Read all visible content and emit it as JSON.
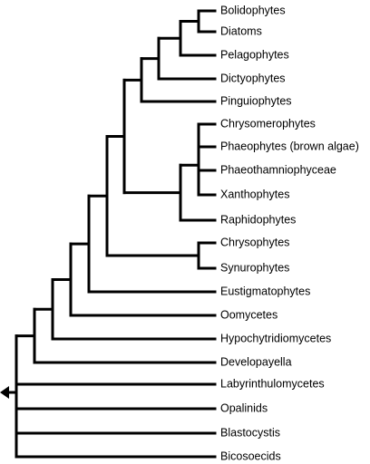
{
  "taxa": [
    "Bolidophytes",
    "Diatoms",
    "Pelagophytes",
    "Dictyophytes",
    "Pinguiophytes",
    "Chrysomerophytes",
    "Phaeophytes (brown algae)",
    "Phaeothamniophyceae",
    "Xanthophytes",
    "Raphidophytes",
    "Chrysophytes",
    "Synurophytes",
    "Eustigmatophytes",
    "Oomycetes",
    "Hypochytridiomycetes",
    "Developayella",
    "Labyrinthulomycetes",
    "Opalinids",
    "Blastocystis",
    "Bicosoecids"
  ],
  "root_marker": "arrow-left",
  "line_color": "#000000"
}
